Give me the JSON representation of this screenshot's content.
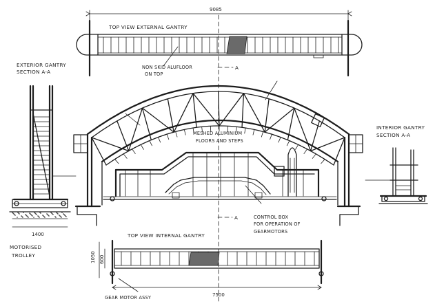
{
  "labels": {
    "top_external": "TOP VIEW EXTERNAL GANTRY",
    "exterior_section_1": "EXTERIOR GANTRY",
    "exterior_section_2": "SECTION A-A",
    "interior_section_1": "INTERIOR GANTRY",
    "interior_section_2": "SECTION A-A",
    "non_skid_1": "NON SKID ALUFLOOR",
    "non_skid_2": "ON TOP",
    "meshed_1": "MESHED ALUMINIUM",
    "meshed_2": "FLOORS AND STEPS",
    "section_mark_top": "A",
    "section_mark_bottom": "A",
    "control_1": "CONTROL BOX",
    "control_2": "FOR OPERATION OF",
    "control_3": "GEARMOTORS",
    "top_internal": "TOP VIEW INTERNAL GANTRY",
    "motorised_1": "MOTORISED",
    "motorised_2": "TROLLEY",
    "gear_motor": "GEAR MOTOR ASSY",
    "dim_top": "9085",
    "dim_bottom": "7500",
    "dim_width": "1050",
    "dim_inner": "600",
    "dim_base": "1400"
  }
}
